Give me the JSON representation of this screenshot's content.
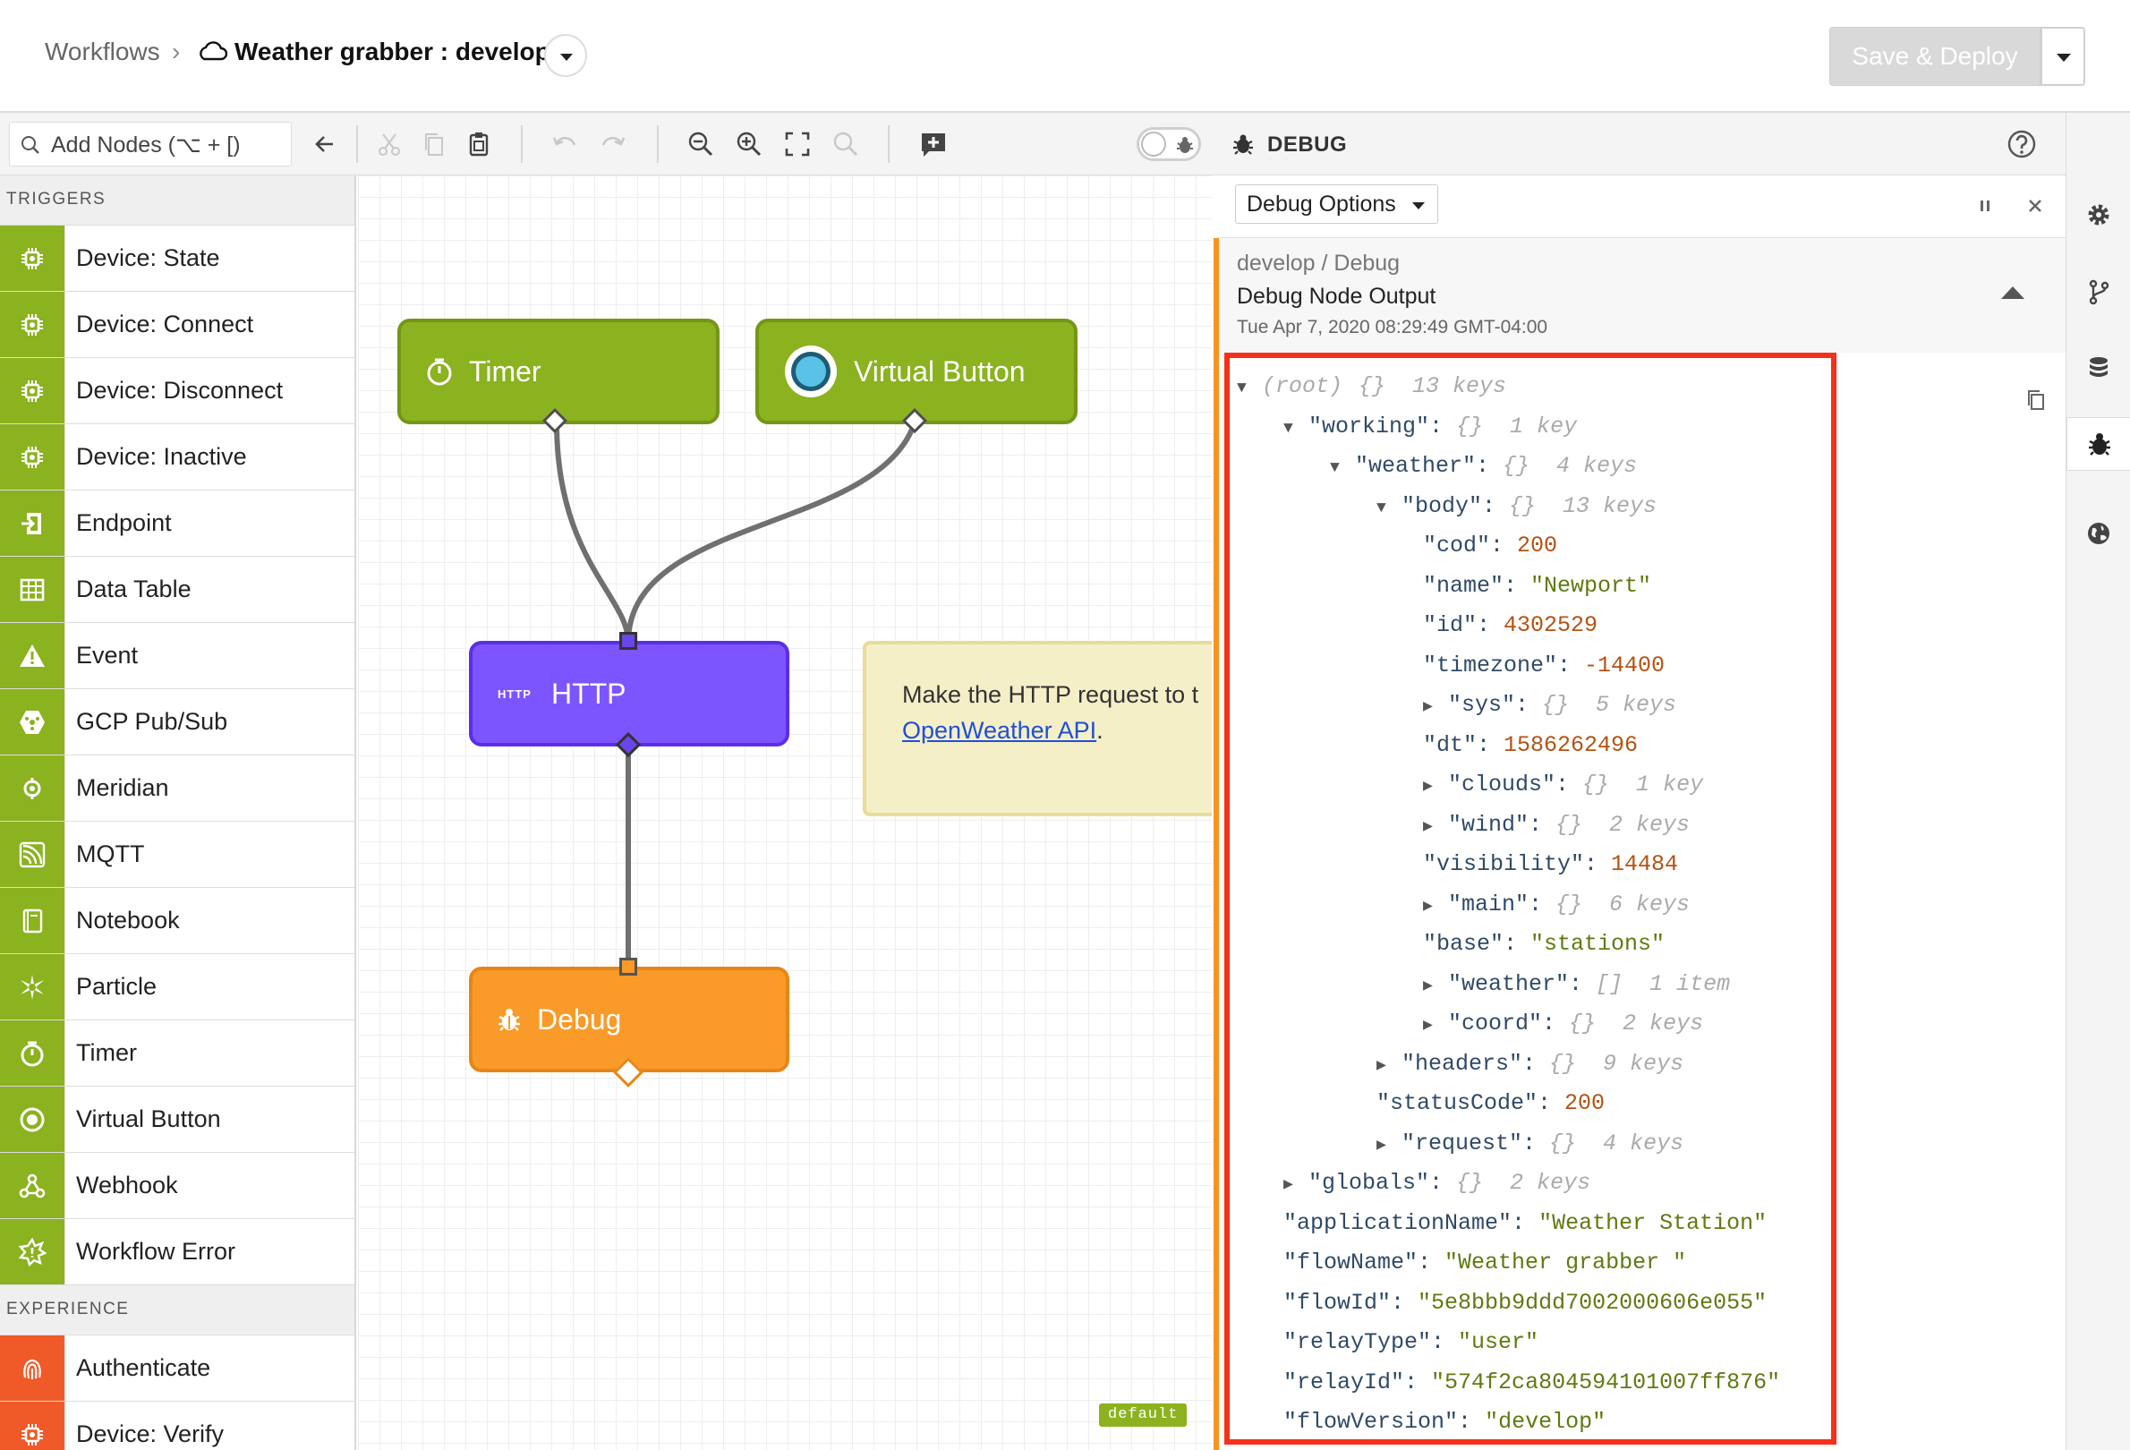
{
  "header": {
    "breadcrumb_root": "Workflows",
    "breadcrumb_separator": "›",
    "breadcrumb_current": "Weather grabber : develop",
    "deploy_label": "Save & Deploy"
  },
  "toolbar": {
    "search_placeholder": "Add Nodes (⌥ + [)"
  },
  "palette": {
    "sections": [
      {
        "title": "TRIGGERS",
        "color": "#8bb21f",
        "items": [
          {
            "label": "Device: State",
            "icon": "chip-icon"
          },
          {
            "label": "Device: Connect",
            "icon": "chip-icon"
          },
          {
            "label": "Device: Disconnect",
            "icon": "chip-icon"
          },
          {
            "label": "Device: Inactive",
            "icon": "chip-icon"
          },
          {
            "label": "Endpoint",
            "icon": "endpoint-icon"
          },
          {
            "label": "Data Table",
            "icon": "table-icon"
          },
          {
            "label": "Event",
            "icon": "warning-icon"
          },
          {
            "label": "GCP Pub/Sub",
            "icon": "gcp-icon"
          },
          {
            "label": "Meridian",
            "icon": "meridian-icon"
          },
          {
            "label": "MQTT",
            "icon": "mqtt-icon"
          },
          {
            "label": "Notebook",
            "icon": "notebook-icon"
          },
          {
            "label": "Particle",
            "icon": "particle-icon"
          },
          {
            "label": "Timer",
            "icon": "timer-icon"
          },
          {
            "label": "Virtual Button",
            "icon": "virtual-button-icon"
          },
          {
            "label": "Webhook",
            "icon": "webhook-icon"
          },
          {
            "label": "Workflow Error",
            "icon": "workflow-error-icon"
          }
        ]
      },
      {
        "title": "EXPERIENCE",
        "color": "#f05a28",
        "items": [
          {
            "label": "Authenticate",
            "icon": "fingerprint-icon"
          },
          {
            "label": "Device: Verify",
            "icon": "chip-icon"
          }
        ]
      }
    ]
  },
  "canvas": {
    "nodes": {
      "timer": {
        "label": "Timer",
        "color": "#8bb21f"
      },
      "virtual_button": {
        "label": "Virtual Button",
        "color": "#8bb21f"
      },
      "http": {
        "label": "HTTP",
        "badge": "HTTP",
        "color": "#7d55ff"
      },
      "debug": {
        "label": "Debug",
        "color": "#fa9a28"
      }
    },
    "comment": {
      "text": "Make the HTTP request to t",
      "link_text": "OpenWeather API",
      "suffix": "."
    },
    "tab_badge": "default"
  },
  "debug": {
    "title": "DEBUG",
    "options_label": "Debug Options",
    "message": {
      "path": "develop / Debug",
      "node": "Debug Node Output",
      "timestamp": "Tue Apr 7, 2020 08:29:49 GMT-04:00"
    },
    "json_lines": [
      {
        "indent": 0,
        "toggle": "▼",
        "key": "(root)",
        "meta": "{}  13 keys",
        "root": true
      },
      {
        "indent": 1,
        "toggle": "▼",
        "key": "\"working\"",
        "meta": "{}  1 key"
      },
      {
        "indent": 2,
        "toggle": "▼",
        "key": "\"weather\"",
        "meta": "{}  4 keys"
      },
      {
        "indent": 3,
        "toggle": "▼",
        "key": "\"body\"",
        "meta": "{}  13 keys"
      },
      {
        "indent": 4,
        "key": "\"cod\"",
        "value": "200",
        "vtype": "n"
      },
      {
        "indent": 4,
        "key": "\"name\"",
        "value": "\"Newport\"",
        "vtype": "s"
      },
      {
        "indent": 4,
        "key": "\"id\"",
        "value": "4302529",
        "vtype": "n"
      },
      {
        "indent": 4,
        "key": "\"timezone\"",
        "value": "-14400",
        "vtype": "n"
      },
      {
        "indent": 4,
        "toggle": "▶",
        "key": "\"sys\"",
        "meta": "{}  5 keys"
      },
      {
        "indent": 4,
        "key": "\"dt\"",
        "value": "1586262496",
        "vtype": "n"
      },
      {
        "indent": 4,
        "toggle": "▶",
        "key": "\"clouds\"",
        "meta": "{}  1 key"
      },
      {
        "indent": 4,
        "toggle": "▶",
        "key": "\"wind\"",
        "meta": "{}  2 keys"
      },
      {
        "indent": 4,
        "key": "\"visibility\"",
        "value": "14484",
        "vtype": "n"
      },
      {
        "indent": 4,
        "toggle": "▶",
        "key": "\"main\"",
        "meta": "{}  6 keys"
      },
      {
        "indent": 4,
        "key": "\"base\"",
        "value": "\"stations\"",
        "vtype": "s"
      },
      {
        "indent": 4,
        "toggle": "▶",
        "key": "\"weather\"",
        "meta": "[]  1 item"
      },
      {
        "indent": 4,
        "toggle": "▶",
        "key": "\"coord\"",
        "meta": "{}  2 keys"
      },
      {
        "indent": 3,
        "toggle": "▶",
        "key": "\"headers\"",
        "meta": "{}  9 keys"
      },
      {
        "indent": 3,
        "key": "\"statusCode\"",
        "value": "200",
        "vtype": "n"
      },
      {
        "indent": 3,
        "toggle": "▶",
        "key": "\"request\"",
        "meta": "{}  4 keys"
      },
      {
        "indent": 1,
        "toggle": "▶",
        "key": "\"globals\"",
        "meta": "{}  2 keys"
      },
      {
        "indent": 1,
        "key": "\"applicationName\"",
        "value": "\"Weather Station\"",
        "vtype": "s"
      },
      {
        "indent": 1,
        "key": "\"flowName\"",
        "value": "\"Weather grabber \"",
        "vtype": "s"
      },
      {
        "indent": 1,
        "key": "\"flowId\"",
        "value": "\"5e8bbb9ddd7002000606e055\"",
        "vtype": "s"
      },
      {
        "indent": 1,
        "key": "\"relayType\"",
        "value": "\"user\"",
        "vtype": "s"
      },
      {
        "indent": 1,
        "key": "\"relayId\"",
        "value": "\"574f2ca804594101007ff876\"",
        "vtype": "s"
      },
      {
        "indent": 1,
        "key": "\"flowVersion\"",
        "value": "\"develop\"",
        "vtype": "s"
      }
    ]
  },
  "rail": {
    "icons": [
      "gear-icon",
      "branch-icon",
      "database-icon",
      "bug-icon",
      "globe-icon"
    ]
  }
}
